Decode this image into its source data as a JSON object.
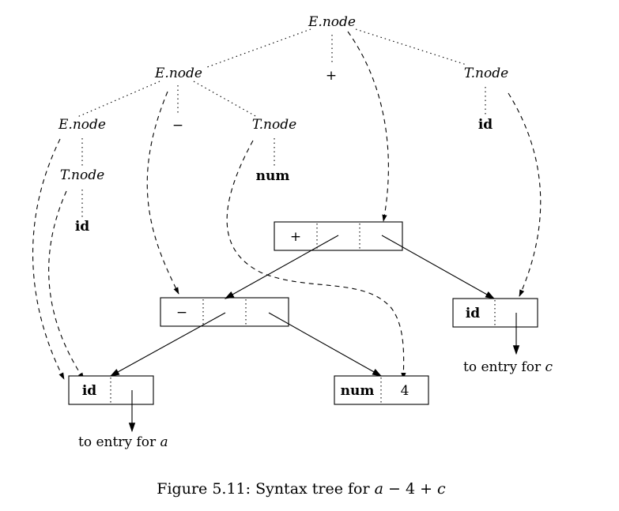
{
  "tree": {
    "root": {
      "label": "E.node"
    },
    "e_left": {
      "label": "E.node"
    },
    "plus_op": {
      "label": "+"
    },
    "t_right": {
      "label": "T.node"
    },
    "e_ll": {
      "label": "E.node"
    },
    "minus_op": {
      "label": "−"
    },
    "t_mid": {
      "label": "T.node"
    },
    "t_ll": {
      "label": "T.node"
    },
    "id_left": {
      "label": "id"
    },
    "num_leaf": {
      "label": "num"
    },
    "id_right": {
      "label": "id"
    }
  },
  "nodes": {
    "plus_box": {
      "op": "+"
    },
    "minus_box": {
      "op": "−"
    },
    "id_c_box": {
      "label": "id",
      "pointer_text": "to entry for ",
      "entry": "c"
    },
    "id_a_box": {
      "label": "id",
      "pointer_text": "to entry for ",
      "entry": "a"
    },
    "num_box": {
      "label": "num",
      "value": "4"
    }
  },
  "caption": {
    "prefix": "Figure 5.11: Syntax tree for ",
    "a": "a",
    "minus": " − 4 + ",
    "c": "c"
  }
}
